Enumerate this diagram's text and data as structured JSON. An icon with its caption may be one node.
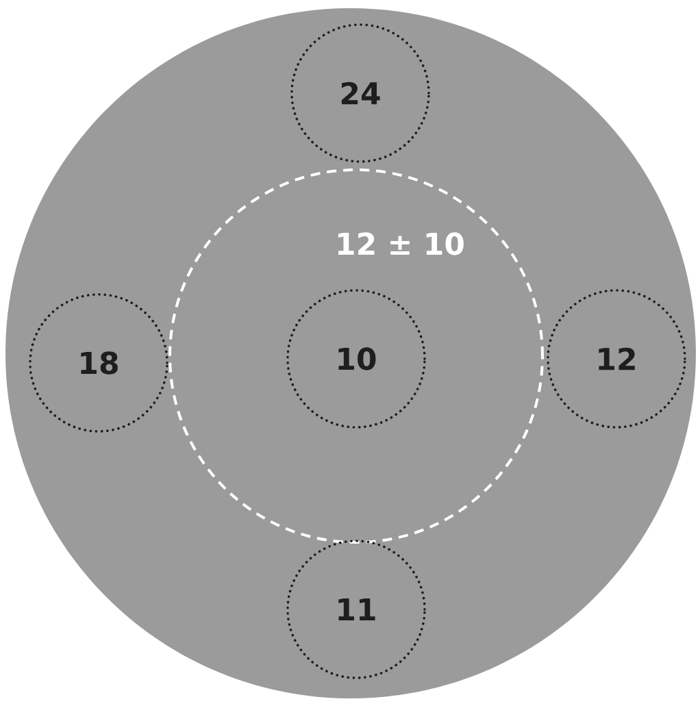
{
  "diagram": {
    "nodes": [
      {
        "text": [],
        "shape": "circle"
      },
      {
        "text": [
          "24"
        ],
        "in": 0
      },
      {
        "text": [
          "12 ± 10"
        ],
        "in": 0
      },
      {
        "text": [
          "18"
        ],
        "in": 0
      },
      {
        "text": [
          "10"
        ],
        "in": 2
      },
      {
        "text": [
          "12"
        ],
        "in": 0
      },
      {
        "text": [
          "11"
        ],
        "in": 0
      }
    ]
  }
}
